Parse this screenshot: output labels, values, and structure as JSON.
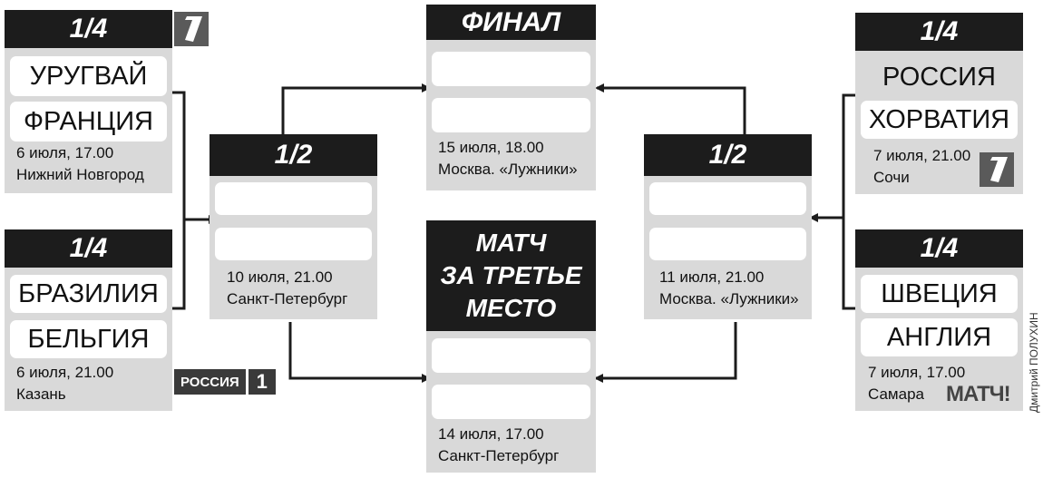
{
  "quarterfinals": [
    {
      "stage": "1/4",
      "team1": "УРУГВАЙ",
      "team2": "ФРАНЦИЯ",
      "date": "6 июля, 17.00",
      "venue": "Нижний Новгород",
      "broadcaster": "channel-one-logo"
    },
    {
      "stage": "1/4",
      "team1": "БРАЗИЛИЯ",
      "team2": "БЕЛЬГИЯ",
      "date": "6 июля, 21.00",
      "venue": "Казань",
      "broadcaster": "rossiya-1-logo"
    },
    {
      "stage": "1/4",
      "team1": "РОССИЯ",
      "team2": "ХОРВАТИЯ",
      "date": "7 июля, 21.00",
      "venue": "Сочи",
      "broadcaster": "channel-one-logo"
    },
    {
      "stage": "1/4",
      "team1": "ШВЕЦИЯ",
      "team2": "АНГЛИЯ",
      "date": "7 июля, 17.00",
      "venue": "Самара",
      "broadcaster": "match-tv-logo"
    }
  ],
  "semifinals": [
    {
      "stage": "1/2",
      "date": "10 июля, 21.00",
      "venue": "Санкт-Петербург"
    },
    {
      "stage": "1/2",
      "date": "11 июля, 21.00",
      "venue": "Москва. «Лужники»"
    }
  ],
  "final": {
    "stage": "ФИНАЛ",
    "date": "15 июля, 18.00",
    "venue": "Москва. «Лужники»"
  },
  "third_place": {
    "stage_lines": [
      "МАТЧ",
      "ЗА ТРЕТЬЕ",
      "МЕСТО"
    ],
    "date": "14 июля, 17.00",
    "venue": "Санкт-Петербург"
  },
  "logos": {
    "rossiya_word": "РОССИЯ",
    "rossiya_num": "1",
    "match_word": "МАТЧ!"
  },
  "credit": "Дмитрий ПОЛУХИН",
  "colors": {
    "header": "#1c1c1c",
    "panel": "#d9d9d9",
    "pill": "#ffffff",
    "lines": "#1c1c1c"
  }
}
